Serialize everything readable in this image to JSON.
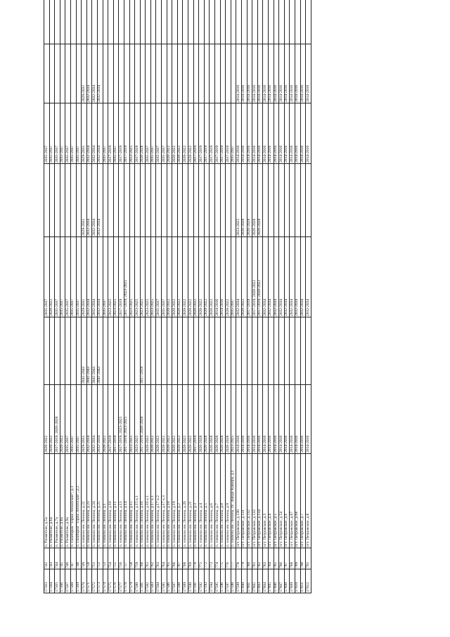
{
  "rows": [
    [
      "17563",
      "742",
      "п. Разметеле, д.5а",
      "2020-2022",
      "",
      "2035-2037",
      "",
      "2035-2037",
      "",
      ""
    ],
    [
      "17564",
      "743",
      "п. Разметеле, д.6а",
      "2020-2022",
      "",
      "2020-2022",
      "",
      "2035-2037",
      "",
      ""
    ],
    [
      "17565",
      "744",
      "п. Разметеле, д.7а",
      "2017-2019, 2026-2028",
      "",
      "2035-2037",
      "",
      "2035-2037",
      "",
      ""
    ],
    [
      "17566",
      "745",
      "п. Разметеле, д.8а",
      "2020-2022",
      "",
      "2035-2037",
      "",
      "2035-2037",
      "",
      ""
    ],
    [
      "17567",
      "746",
      "п. Разметеле, д.9а",
      "2035-2037",
      "",
      "2035-2037",
      "",
      "2035-2037",
      "",
      ""
    ],
    [
      "17568",
      "747",
      "п. санатория \"Горки Ленинские\", д.1",
      "2035-2037",
      "",
      "2035-2037",
      "",
      "2035-2037",
      "",
      ""
    ],
    [
      "17569",
      "748",
      "п. санатория \"Горки Ленинские\", д.2",
      "2035-2037",
      "",
      "2035-2037",
      "",
      "2035-2037",
      "",
      ""
    ],
    [
      "17570",
      "749",
      "п. совхоза им. Ленина, д.22",
      "2029-2031",
      "2041-2043",
      "2029-2031",
      "2029-2031",
      "2029-2031",
      "2029-2031",
      ""
    ],
    [
      "17571",
      "750",
      "п. совхоза им. Ленина, д.23",
      "2032-2034",
      "2041-2043",
      "2032-2034",
      "2032-2034",
      "2032-2034",
      "2032-2034",
      ""
    ],
    [
      "17572",
      "751",
      "п. совхоза им. Ленина, д.24",
      "2032-2034",
      "2041-2043",
      "2032-2034",
      "2032-2034",
      "2032-2034",
      "2032-2034",
      ""
    ],
    [
      "17573",
      "752",
      "п. совхоза им. Ленина, д.25",
      "2032-2034",
      "2041-2043",
      "2032-2034",
      "2032-2034",
      "2032-2034",
      "2032-2034",
      ""
    ],
    [
      "17574",
      "753",
      "п. совхоза им. Ленина, д.1",
      "2020-2022",
      "",
      "2035-2037",
      "",
      "2035-2037",
      "",
      ""
    ],
    [
      "17575",
      "754",
      "п. совхоза им. Ленина, д.10",
      "2017-2019",
      "",
      "2023-2025",
      "",
      "2017-2019",
      "",
      ""
    ],
    [
      "17576",
      "755",
      "п. совхоза им. Ленина, д.11",
      "2017-2019",
      "",
      "2023-2025",
      "",
      "2035-2037",
      "",
      ""
    ],
    [
      "17577",
      "756",
      "п. совхоза им. Ленина, д.13",
      "2017-2019, 2023-2025",
      "",
      "2017-2019",
      "",
      "2017-2019",
      "",
      ""
    ],
    [
      "17578",
      "757",
      "п. совхоза им. Ленина, д.14",
      "2017-2019, 2023-2025",
      "",
      "2017-2019, 2023-2025",
      "",
      "2017-2019",
      "",
      ""
    ],
    [
      "17579",
      "758",
      "п. совхоза им. Ленина, д.15",
      "2023-2025",
      "",
      "2023-2025",
      "",
      "2023-2025",
      "",
      ""
    ],
    [
      "17580",
      "759",
      "п. совхоза им. Ленина, д.15 к.1",
      "2023-2025",
      "",
      "2023-2025",
      "",
      "2017-2019",
      "",
      ""
    ],
    [
      "17581",
      "760",
      "п. совхоза им. Ленина, д.16",
      "2017-2019, 2026-2028",
      "2017-2019",
      "2023-2025",
      "",
      "2026-2028",
      "",
      ""
    ],
    [
      "17582",
      "761",
      "п. совхоза им. Ленина, д.16 к.1",
      "2020-2022",
      "",
      "2023-2025",
      "",
      "2035-2037",
      "",
      ""
    ],
    [
      "17583",
      "762",
      "п. совхоза им. Ленина, д.17 к.1",
      "2020-2022",
      "",
      "2023-2025",
      "",
      "2035-2037",
      "",
      ""
    ],
    [
      "17584",
      "763",
      "п. совхоза им. Ленина, д.17 к.2",
      "2020-2022",
      "",
      "2035-2037",
      "",
      "2035-2037",
      "",
      ""
    ],
    [
      "17585",
      "764",
      "п. совхоза им. Ленина, д.17 к.3",
      "2020-2022",
      "",
      "2035-2037",
      "",
      "2035-2037",
      "",
      ""
    ],
    [
      "17586",
      "765",
      "п. совхоза им. Ленина, д.18",
      "2020-2022",
      "",
      "2020-2022",
      "",
      "2020-2022",
      "",
      ""
    ],
    [
      "17587",
      "766",
      "п. совхоза им. Ленина, д.19",
      "2020-2022",
      "",
      "2020-2022",
      "",
      "2020-2022",
      "",
      ""
    ],
    [
      "17588",
      "767",
      "п. совхоза им. Ленина, д.2",
      "2020-2022",
      "",
      "2020-2022",
      "",
      "2020-2022",
      "",
      ""
    ],
    [
      "17589",
      "768",
      "п. совхоза им. Ленина, д.20",
      "2020-2022",
      "",
      "2020-2022",
      "",
      "2020-2022",
      "",
      ""
    ],
    [
      "17590",
      "769",
      "п. совхоза им. Ленина, д.21",
      "2020-2022",
      "",
      "2020-2022",
      "",
      "2020-2022",
      "",
      ""
    ],
    [
      "17591",
      "770",
      "п. совхоза им. Ленина, д.3",
      "2017-2019",
      "",
      "2020-2022",
      "",
      "2017-2019",
      "",
      ""
    ],
    [
      "17592",
      "771",
      "п. совхоза им. Ленина, д.4",
      "2026-2028",
      "",
      "2020-2022",
      "",
      "2017-2019",
      "",
      ""
    ],
    [
      "17593",
      "772",
      "п. совхоза им. Ленина, д.5",
      "2026-2028",
      "",
      "2020-2022",
      "",
      "2017-2019",
      "",
      ""
    ],
    [
      "17594",
      "773",
      "п. совхоза им. Ленина, д.6",
      "2026-2028",
      "",
      "2020-2022",
      "",
      "2017-2019",
      "",
      ""
    ],
    [
      "17595",
      "774",
      "п. совхоза им. Ленина, д.7",
      "2026-2028",
      "",
      "2014-2016",
      "",
      "2017-2019",
      "",
      ""
    ],
    [
      "17596",
      "775",
      "п. совхоза им. Ленина, д.8",
      "2026-2028",
      "",
      "2014-2016",
      "",
      "2017-2019",
      "",
      ""
    ],
    [
      "17597",
      "776",
      "п. совхоза им. Ленина, д.9",
      "2026-2028",
      "",
      "2020-2022",
      "",
      "2017-2019",
      "",
      ""
    ],
    [
      "17598",
      "777",
      "п. совхоза им. Ленина, тп. Заводе Кашира, д.1",
      "2023-2025",
      "",
      "2035-2037",
      "",
      "2035-2037",
      "",
      ""
    ],
    [
      "17599",
      "778",
      "пгт. Петровское, д.130",
      "2014-2016",
      "",
      "2032-2034",
      "2023-2025",
      "2014-2016",
      "2014-2016",
      ""
    ],
    [
      "17600",
      "779",
      "пгт. Петровское, д.131",
      "2014-2016",
      "",
      "2020-2022",
      "2026-2028",
      "2014-2016",
      "2014-2016",
      ""
    ],
    [
      "17601",
      "780",
      "пгт. Петровское, д.132",
      "2014-2016",
      "",
      "2017-2019",
      "2026-2028",
      "2014-2016",
      "2014-2016",
      ""
    ],
    [
      "17602",
      "781",
      "пгт. Петровское, д.133",
      "2014-2016",
      "",
      "2017-2019, 2020-2022",
      "2026-2028",
      "2014-2016",
      "2014-2016",
      ""
    ],
    [
      "17603",
      "782",
      "пгт. Петровское, д.134",
      "2014-2016",
      "",
      "2017-2019, 2020-2022",
      "2026-2028",
      "2014-2016",
      "2014-2016",
      ""
    ],
    [
      "17604",
      "783",
      "пгт. Петровское, д.3",
      "2014-2016",
      "",
      "2032-2034",
      "",
      "2014-2016",
      "2014-2016",
      ""
    ],
    [
      "17605",
      "784",
      "пгт. Петровское, д.4",
      "2014-2016",
      "",
      "2032-2034",
      "",
      "2014-2016",
      "2014-2016",
      ""
    ],
    [
      "17606",
      "785",
      "пгт. Петровское, д.5",
      "2014-2016",
      "",
      "2032-2034",
      "",
      "2014-2016",
      "2014-2016",
      ""
    ],
    [
      "17607",
      "786",
      "пгт. Петровское, д.54",
      "2014-2016",
      "",
      "2032-2034",
      "",
      "2014-2016",
      "2014-2016",
      ""
    ],
    [
      "17608",
      "787",
      "пгт. Петровское, д.6",
      "2014-2016",
      "",
      "2032-2034",
      "",
      "2014-2016",
      "2014-2016",
      ""
    ],
    [
      "17609",
      "788",
      "пгт. Петровское, д.67",
      "2014-2016",
      "",
      "2032-2034",
      "",
      "2014-2016",
      "2014-2016",
      ""
    ],
    [
      "17610",
      "789",
      "пгт. Петровское, д.68",
      "2014-2016",
      "",
      "2032-2034",
      "",
      "2014-2016",
      "2014-2016",
      ""
    ],
    [
      "17611",
      "790",
      "пгт. Петровское, д.7",
      "2014-2016",
      "",
      "2032-2034",
      "",
      "2014-2016",
      "2014-2016",
      ""
    ],
    [
      "17612",
      "791",
      "пгт. Петровское, д.8",
      "2014-2016",
      "",
      "2032-2034",
      "",
      "2014-2016",
      "2014-2016",
      ""
    ]
  ]
}
